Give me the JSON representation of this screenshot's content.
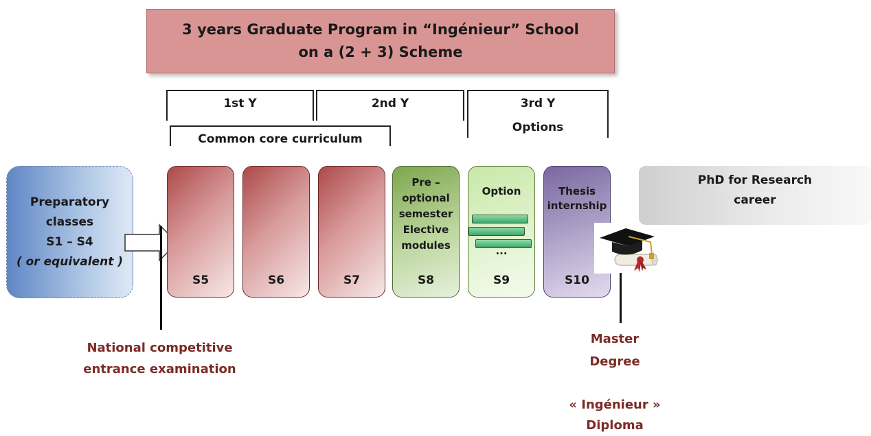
{
  "title": {
    "line1": "3 years Graduate Program in “Ingénieur” School",
    "line2": "on a (2 + 3) Scheme"
  },
  "years": {
    "y1": "1st Y",
    "y2": "2nd Y",
    "y3": "3rd Y",
    "y3_sub": "Options",
    "core": "Common core curriculum"
  },
  "prep": {
    "line1": "Preparatory",
    "line2": "classes",
    "line3": "S1 – S4",
    "line4": "( or equivalent )"
  },
  "semesters": {
    "s5": "S5",
    "s6": "S6",
    "s7": "S7",
    "s8": "S8",
    "s8_text": [
      "Pre –",
      "optional",
      "semester",
      "Elective",
      "modules"
    ],
    "s9": "S9",
    "s9_title": "Option",
    "s9_ellipsis": "...",
    "s10": "S10",
    "s10_text": [
      "Thesis",
      "internship"
    ]
  },
  "phd": {
    "line1": "PhD for Research",
    "line2": "career"
  },
  "entrance": {
    "line1": "National competitive",
    "line2": "entrance examination"
  },
  "master": {
    "line1": "Master",
    "line2": "Degree",
    "line3": "« Ingénieur »",
    "line4": "Diploma"
  },
  "icons": {
    "arrow": "arrow-right-icon",
    "graduation": "graduation-cap-diploma-icon"
  }
}
